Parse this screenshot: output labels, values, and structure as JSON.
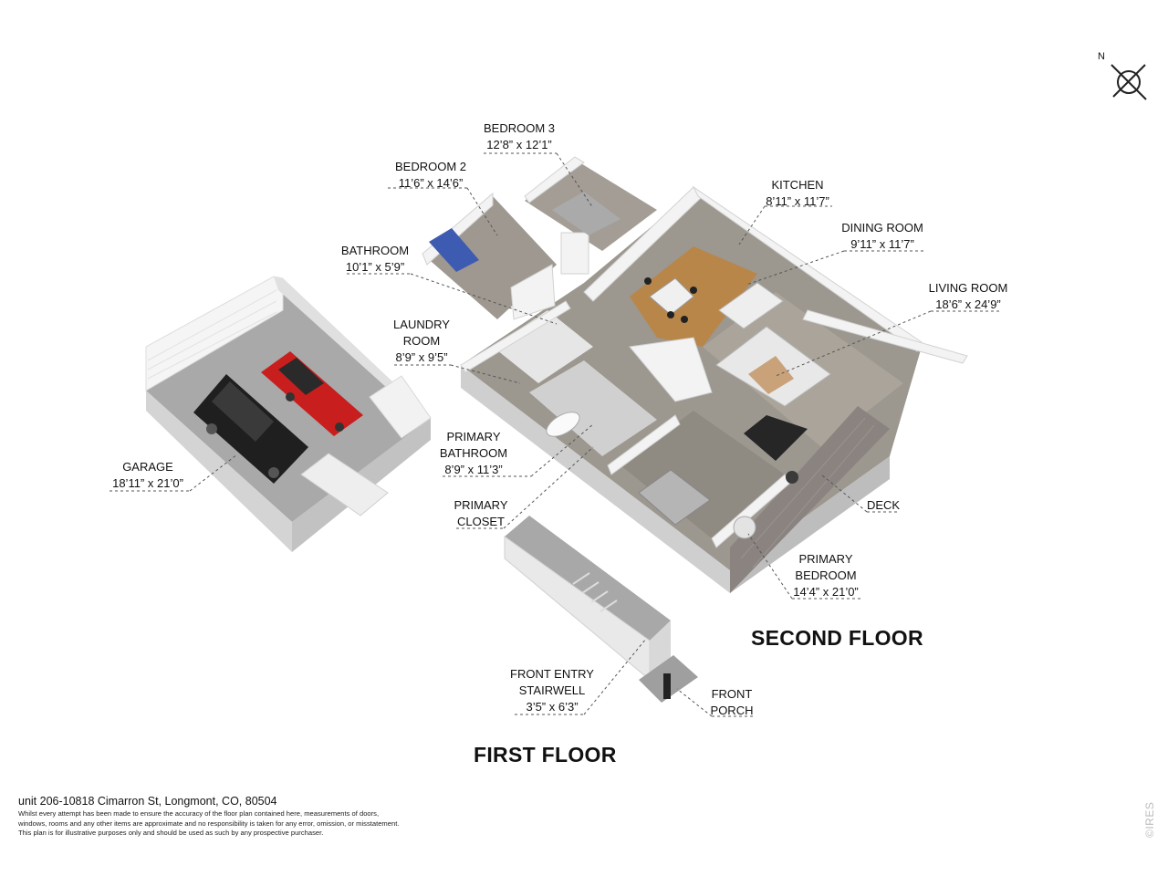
{
  "rooms": [
    {
      "id": "bedroom3",
      "name_lines": [
        "BEDROOM 3"
      ],
      "dim": "12’8” x 12’1”"
    },
    {
      "id": "bedroom2",
      "name_lines": [
        "BEDROOM 2"
      ],
      "dim": "11’6” x 14’6”"
    },
    {
      "id": "kitchen",
      "name_lines": [
        "KITCHEN"
      ],
      "dim": "8’11” x 11’7”"
    },
    {
      "id": "dining",
      "name_lines": [
        "DINING ROOM"
      ],
      "dim": "9’11” x 11’7”"
    },
    {
      "id": "bathroom",
      "name_lines": [
        "BATHROOM"
      ],
      "dim": "10’1” x 5’9”"
    },
    {
      "id": "living",
      "name_lines": [
        "LIVING ROOM"
      ],
      "dim": "18’6” x 24’9”"
    },
    {
      "id": "laundry",
      "name_lines": [
        "LAUNDRY",
        "ROOM"
      ],
      "dim": "8’9” x 9’5”"
    },
    {
      "id": "garage",
      "name_lines": [
        "GARAGE"
      ],
      "dim": "18’11” x 21’0”"
    },
    {
      "id": "primary_bath",
      "name_lines": [
        "PRIMARY",
        "BATHROOM"
      ],
      "dim": "8’9” x 11’3”"
    },
    {
      "id": "primary_closet",
      "name_lines": [
        "PRIMARY",
        "CLOSET"
      ],
      "dim": ""
    },
    {
      "id": "deck",
      "name_lines": [
        "DECK"
      ],
      "dim": ""
    },
    {
      "id": "primary_bedroom",
      "name_lines": [
        "PRIMARY",
        "BEDROOM"
      ],
      "dim": "14’4” x 21’0”"
    },
    {
      "id": "stairwell",
      "name_lines": [
        "FRONT ENTRY",
        "STAIRWELL"
      ],
      "dim": "3’5” x 6’3”"
    },
    {
      "id": "porch",
      "name_lines": [
        "FRONT",
        "PORCH"
      ],
      "dim": ""
    }
  ],
  "floors": {
    "second": "SECOND FLOOR",
    "first": "FIRST FLOOR"
  },
  "compass": {
    "north": "N"
  },
  "footer": {
    "address": "unit 206-10818 Cimarron St, Longmont, CO, 80504",
    "disclaimer": [
      "Whilst every attempt has been made to ensure the accuracy of the floor plan contained here, measurements of doors,",
      "windows, rooms and any other items are approximate and no responsibility is taken for any error, omission, or misstatement.",
      "This plan is for illustrative purposes only and should be used as such by any prospective purchaser."
    ],
    "watermark": "©IRES"
  },
  "colors": {
    "wall": "#f4f4f4",
    "wall_side": "#d6d6d6",
    "carpet": "#9a948c",
    "wood": "#b9864a",
    "concrete": "#a9a9a9",
    "tile": "#cfcfcf",
    "car_red": "#c81e1e",
    "car_black": "#222222"
  }
}
